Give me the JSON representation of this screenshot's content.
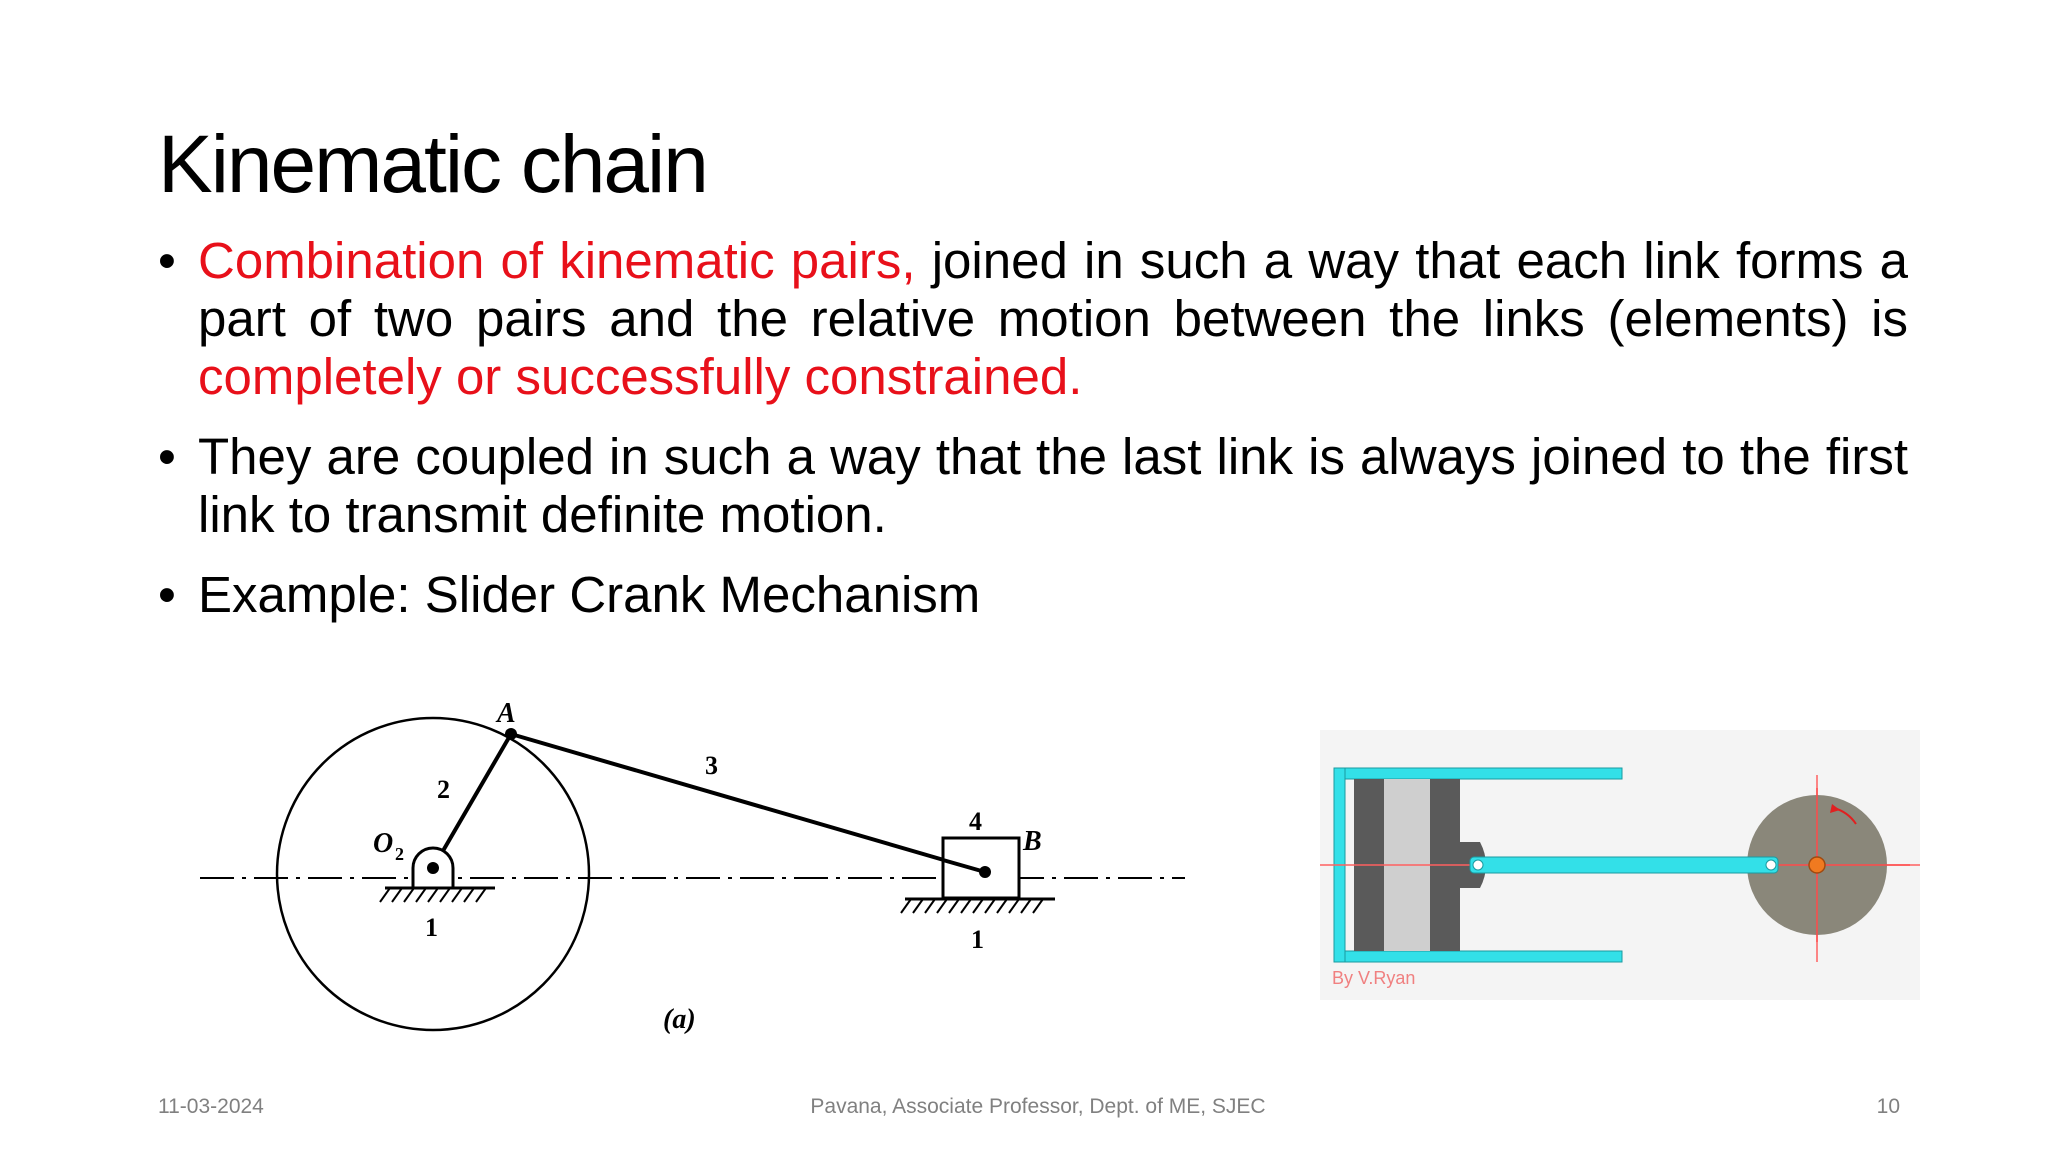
{
  "slide": {
    "title": "Kinematic chain",
    "bullets": [
      {
        "red_start": "Combination of kinematic pairs,",
        "text_middle": " joined in such a way that each link forms a part of two pairs and the relative motion between the links (elements) is ",
        "red_end": "completely or successfully constrained."
      },
      {
        "text": "They are coupled in such a way that the last link is always joined to the first link to transmit definite motion."
      },
      {
        "text": "Example: Slider Crank Mechanism"
      }
    ],
    "bullet_glyph": "•",
    "accent_color": "#e8101a"
  },
  "figure_left": {
    "labels": {
      "A": "A",
      "B": "B",
      "O2_main": "O",
      "O2_sub": "2",
      "link_2": "2",
      "link_3": "3",
      "link_4": "4",
      "ground_left": "1",
      "ground_right": "1",
      "caption": "(a)"
    }
  },
  "figure_right": {
    "credit": "By V.Ryan",
    "colors": {
      "cylinder": "#33e0e8",
      "piston_dark": "#5a5a5a",
      "piston_light": "#cfcfcf",
      "wheel": "#8a877a",
      "pin": "#f07a20",
      "axis": "#ff3b3b"
    }
  },
  "footer": {
    "date": "11-03-2024",
    "author": "Pavana, Associate Professor, Dept. of ME, SJEC",
    "page": "10"
  }
}
